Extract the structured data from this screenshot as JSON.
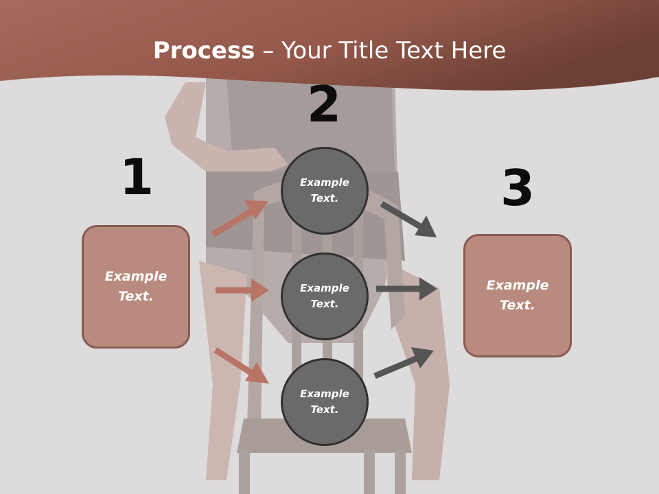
{
  "header": {
    "title_bold": "Process",
    "title_rest": " – Your Title Text Here"
  },
  "steps": [
    {
      "number": "1"
    },
    {
      "number": "2"
    },
    {
      "number": "3"
    }
  ],
  "left_box": {
    "text": "Example Text."
  },
  "circles": [
    {
      "text": "Example Text."
    },
    {
      "text": "Example Text."
    },
    {
      "text": "Example Text."
    }
  ],
  "right_box": {
    "text": "Example Text."
  },
  "colors": {
    "header": "#9a5a4c",
    "box_fill": "#b98a7e",
    "box_border": "#8a5b52",
    "circle_fill": "#6a6a6a",
    "arrow_left": "#b87466",
    "arrow_right": "#555555"
  }
}
